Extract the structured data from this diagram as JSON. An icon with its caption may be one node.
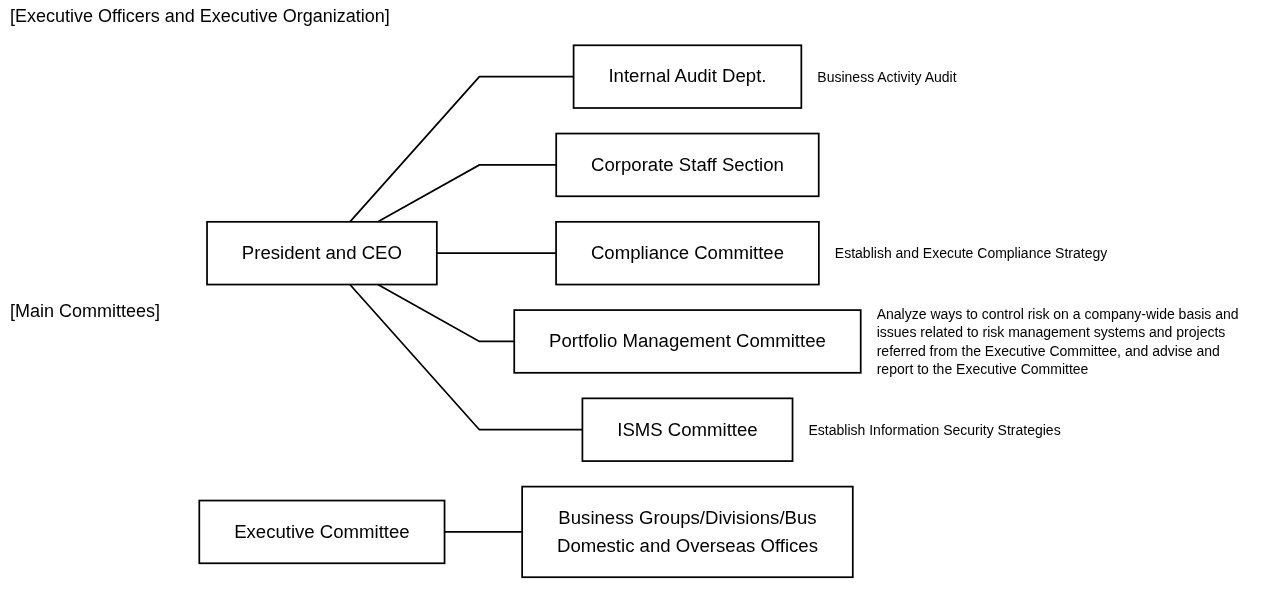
{
  "diagram": {
    "title": "[Executive Officers and Executive Organization]",
    "nodes": [
      {
        "text": [
          "President and CEO"
        ]
      },
      {
        "text": [
          "Executive Committee"
        ]
      },
      {
        "text": [
          "Internal Audit Dept."
        ],
        "beside": [
          "Business Activity Audit"
        ]
      },
      {
        "text": [
          "Corporate Staff Section"
        ]
      },
      {
        "text": [
          "Compliance Committee"
        ],
        "beside": [
          "Establish and Execute Compliance Strategy"
        ]
      },
      {
        "text": [
          "Portfolio Management Committee"
        ],
        "beside": [
          "Analyze ways to control risk on a company-wide basis and issues related to risk management systems and projects referred from the Executive Committee, and advise and report to the Executive Committee"
        ]
      },
      {
        "text": [
          "ISMS Committee"
        ],
        "beside": [
          "Establish Information Security Strategies"
        ]
      },
      {
        "text": [
          "Business Groups/Divisions/Bus",
          "Domestic and Overseas Offices"
        ]
      }
    ],
    "edges": [
      {
        "from": 0,
        "to": 2,
        "arrow": "none"
      },
      {
        "from": 0,
        "to": 3,
        "arrow": "none"
      },
      {
        "from": 0,
        "to": 4,
        "arrow": "none"
      },
      {
        "from": 0,
        "to": 5,
        "arrow": "none"
      },
      {
        "from": 0,
        "to": 6,
        "arrow": "none"
      },
      {
        "from": 1,
        "to": 7,
        "arrow": "none"
      }
    ],
    "labels": [
      "[Main Committees]"
    ]
  }
}
